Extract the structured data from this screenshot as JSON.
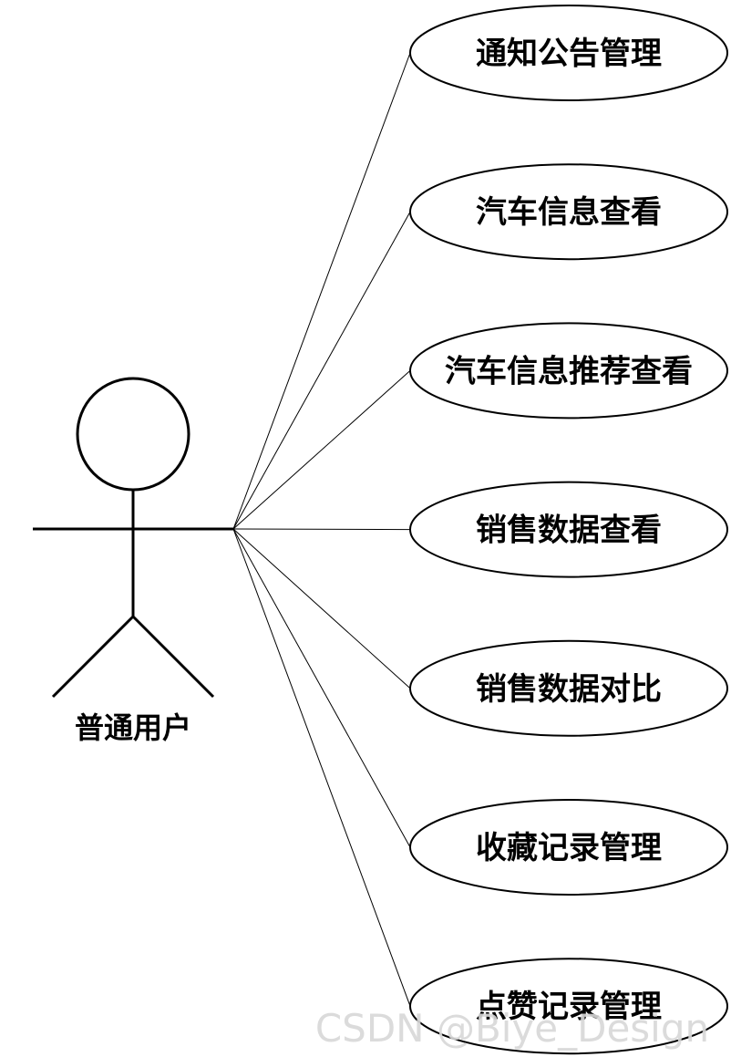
{
  "actor": {
    "label": "普通用户"
  },
  "use_cases": [
    {
      "label": "通知公告管理"
    },
    {
      "label": "汽车信息查看"
    },
    {
      "label": "汽车信息推荐查看"
    },
    {
      "label": "销售数据查看"
    },
    {
      "label": "销售数据对比"
    },
    {
      "label": "收藏记录管理"
    },
    {
      "label": "点赞记录管理"
    }
  ],
  "watermark": {
    "text": "CSDN @Biye_Design"
  },
  "colors": {
    "stroke": "#000000",
    "background": "#ffffff",
    "watermark": "#d8d8d8"
  }
}
